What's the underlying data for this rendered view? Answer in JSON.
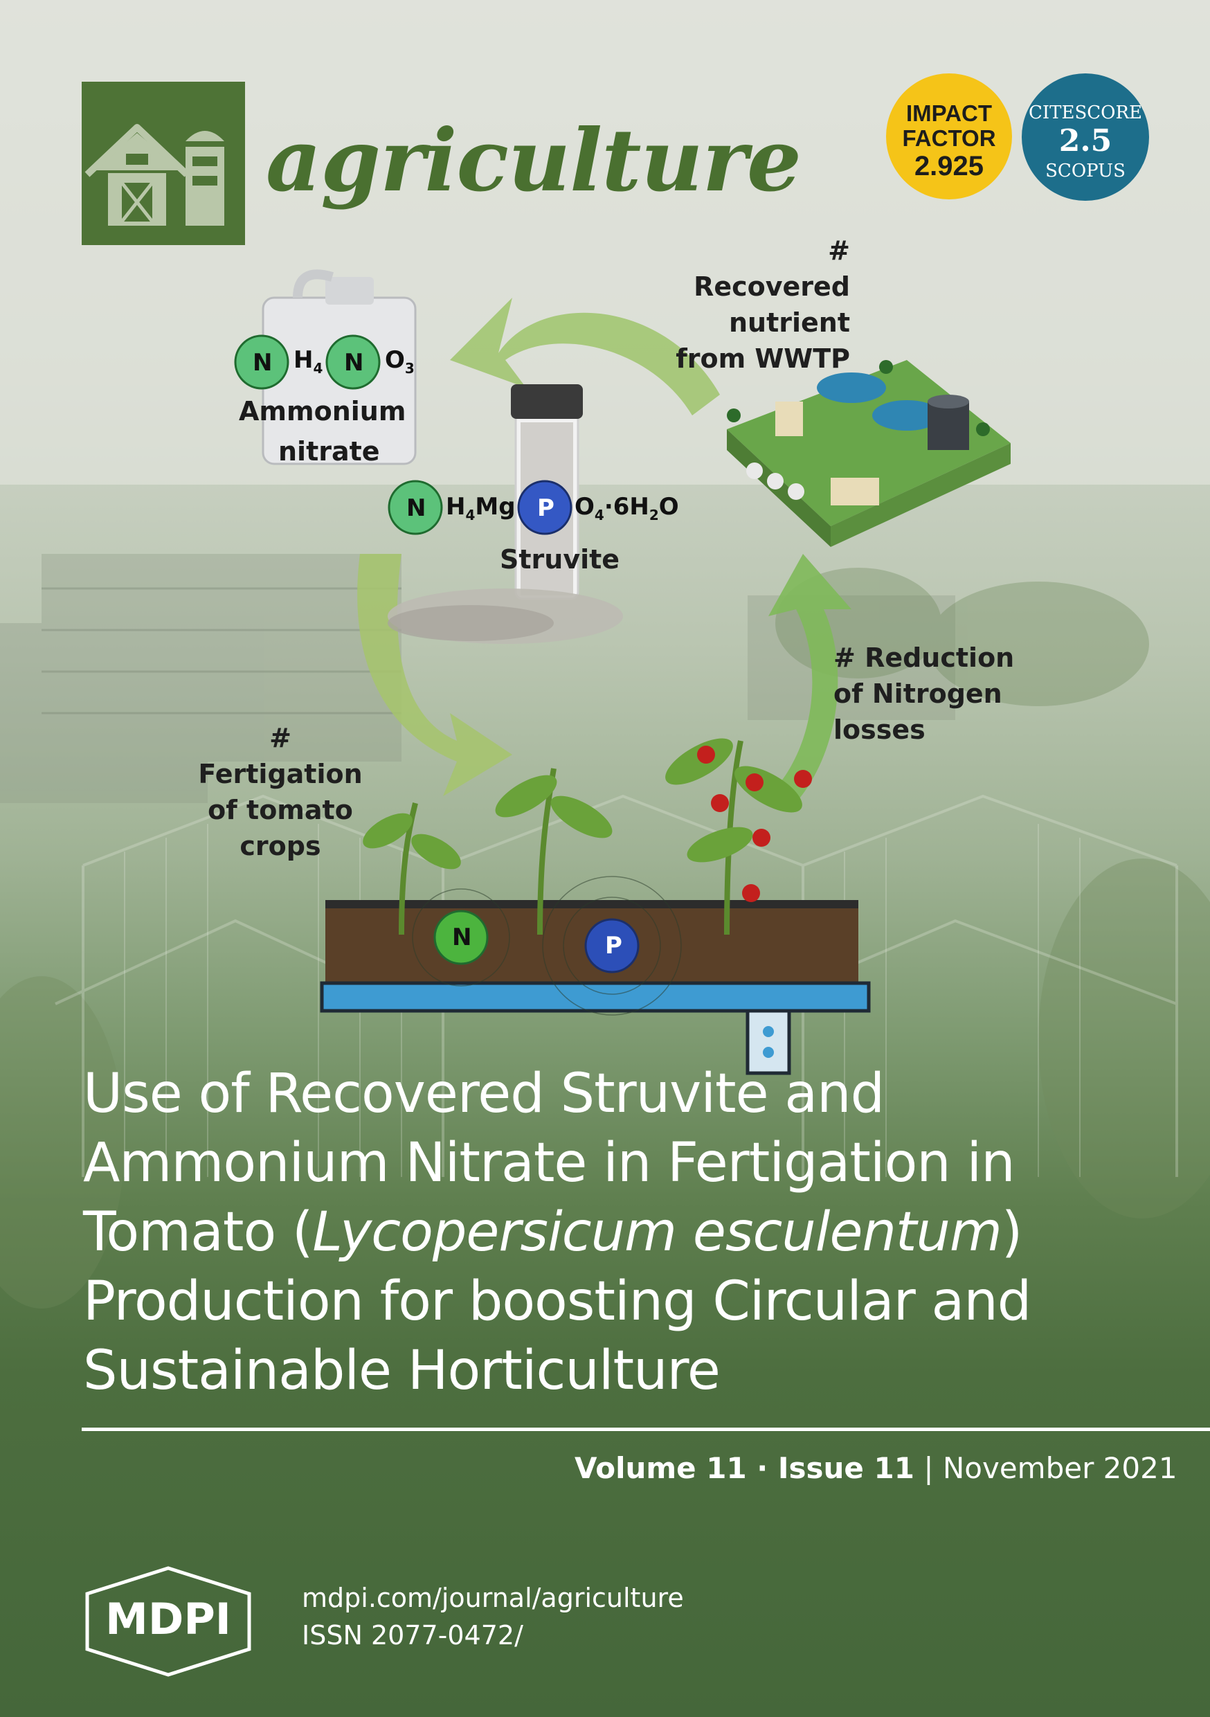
{
  "journal": {
    "name": "agriculture",
    "impact_factor": {
      "line1": "IMPACT",
      "line2": "FACTOR",
      "value": "2.925"
    },
    "citescore": {
      "label": "CITESCORE",
      "value": "2.5",
      "source": "SCOPUS"
    }
  },
  "illustration": {
    "ammonium_nitrate": {
      "atom1": "N",
      "part1": "H",
      "sub1": "4",
      "atom2": "N",
      "part2": "O",
      "sub2": "3",
      "name_line1": "Ammonium",
      "name_line2": "nitrate"
    },
    "struvite": {
      "atom1": "N",
      "part1": "H",
      "sub1": "4",
      "part1b": "Mg",
      "atom2": "P",
      "part2": "O",
      "sub2": "4",
      "part2b": "·6H",
      "sub3": "2",
      "part2c": "O",
      "name": "Struvite"
    },
    "recovered": {
      "line1": "# Recovered",
      "line2": "nutrient",
      "line3": "from WWTP"
    },
    "reduction": {
      "line1": "# Reduction",
      "line2": "of Nitrogen",
      "line3": "losses"
    },
    "fertigation": {
      "line1": "# Fertigation",
      "line2": "of tomato",
      "line3": "crops"
    },
    "soil_atoms": {
      "n": "N",
      "p": "P"
    }
  },
  "title": {
    "line1": "Use of Recovered Struvite and",
    "line2": "Ammonium Nitrate in Fertigation in",
    "line3_pre": "Tomato (",
    "line3_italic": "Lycopersicum esculentum",
    "line3_post": ")",
    "line4": "Production for boosting Circular and",
    "line5": "Sustainable Horticulture"
  },
  "issue": {
    "volume": "Volume 11",
    "sep": " · ",
    "issue": "Issue 11",
    "divider": " | ",
    "date": "November 2021"
  },
  "publisher": {
    "logo_text": "MDPI",
    "url": "mdpi.com/journal/agriculture",
    "issn": "ISSN 2077-0472/"
  },
  "colors": {
    "journal_green": "#4e7336",
    "impact_yellow": "#f5c418",
    "citescore_blue": "#1d6e8b",
    "cover_green": "#45673a"
  }
}
